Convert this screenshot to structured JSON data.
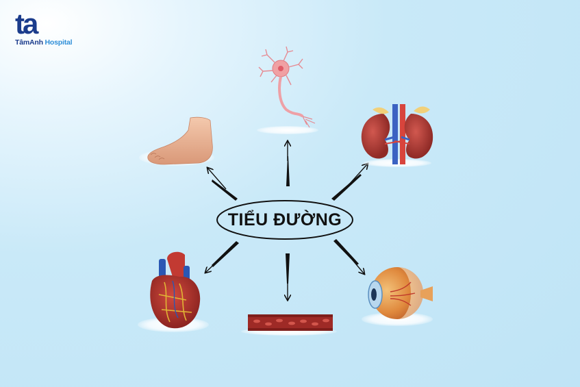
{
  "logo": {
    "mark_text": "ta",
    "brand_part1": "TâmAnh",
    "brand_part2": " Hospital"
  },
  "diagram": {
    "center_label": "TIỂU ĐƯỜNG",
    "nodes": [
      {
        "name": "foot",
        "icon": "foot-illustration"
      },
      {
        "name": "nerve",
        "icon": "neuron-illustration"
      },
      {
        "name": "kidney",
        "icon": "kidneys-illustration"
      },
      {
        "name": "heart",
        "icon": "heart-illustration"
      },
      {
        "name": "blood-vessel",
        "icon": "blood-vessel-illustration"
      },
      {
        "name": "eye",
        "icon": "eyeball-illustration"
      }
    ]
  },
  "colors": {
    "background": "#c9e9f8",
    "logo_dark": "#1b3c8c",
    "logo_light": "#2f8fd8",
    "arrow": "#111111",
    "organ_red": "#a8322c"
  }
}
